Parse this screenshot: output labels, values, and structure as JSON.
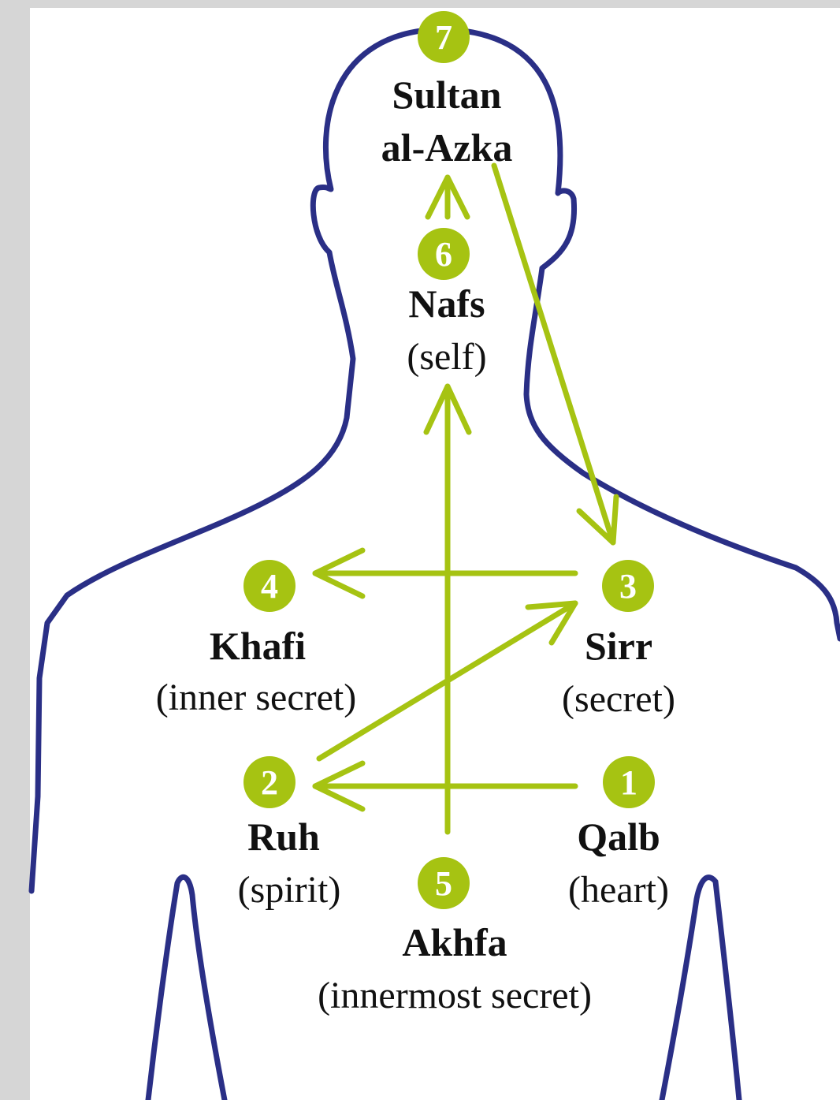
{
  "colors": {
    "outline": "#2a2f86",
    "accent": "#a6c312",
    "text": "#111111",
    "page_bg": "#d6d6d6",
    "panel_bg": "#ffffff"
  },
  "points": [
    {
      "number": "1",
      "name": "Qalb",
      "meaning": "(heart)"
    },
    {
      "number": "2",
      "name": "Ruh",
      "meaning": "(spirit)"
    },
    {
      "number": "3",
      "name": "Sirr",
      "meaning": "(secret)"
    },
    {
      "number": "4",
      "name": "Khafi",
      "meaning": "(inner secret)"
    },
    {
      "number": "5",
      "name": "Akhfa",
      "meaning": "(innermost secret)"
    },
    {
      "number": "6",
      "name": "Nafs",
      "meaning": "(self)"
    },
    {
      "number": "7",
      "name": "Sultan",
      "meaning": "al-Azka"
    }
  ]
}
